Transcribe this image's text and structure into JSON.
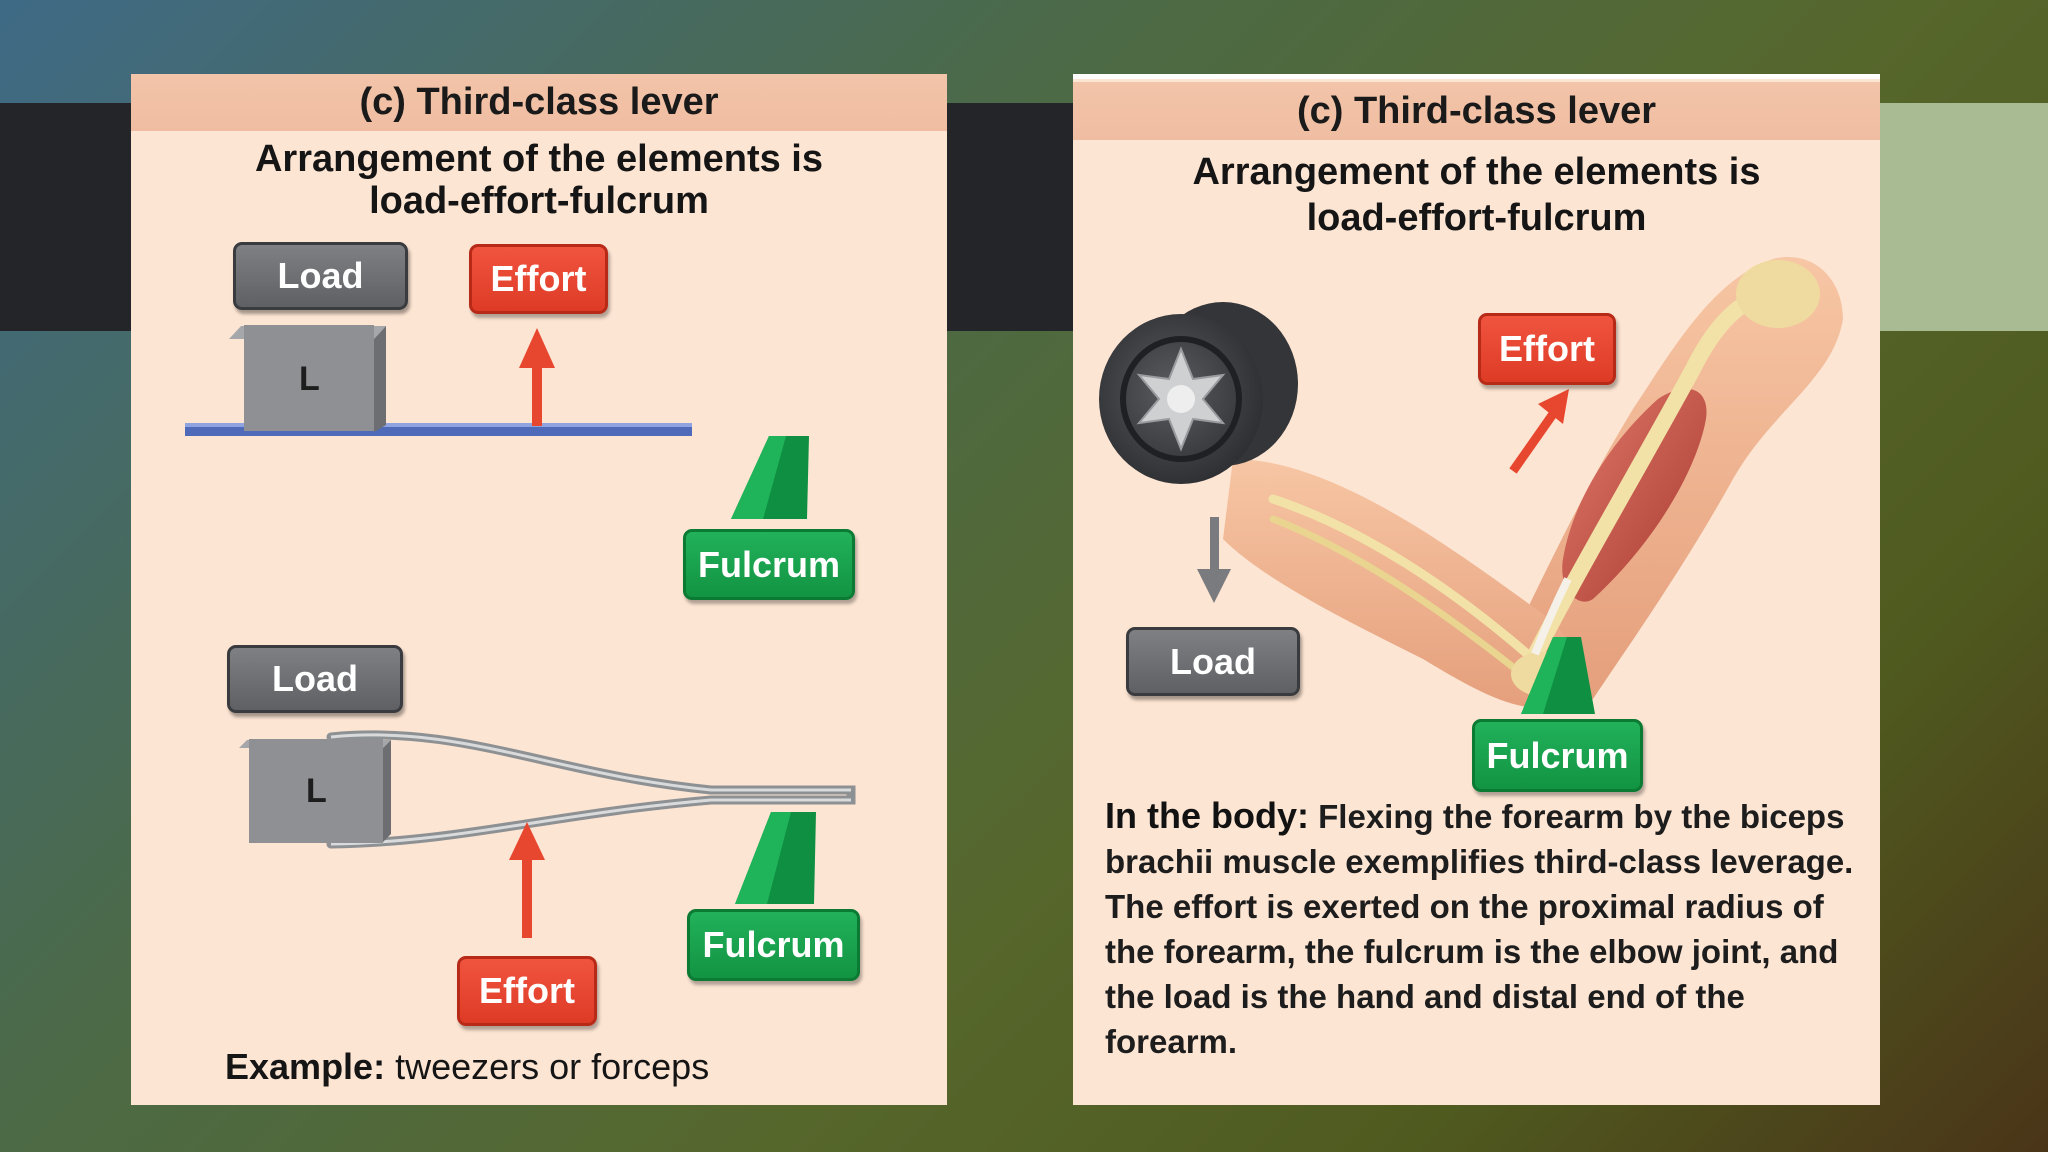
{
  "left_panel": {
    "header": "(c) Third-class lever",
    "arrangement_line1": "Arrangement of the elements is",
    "arrangement_line2": "load-effort-fulcrum",
    "top_figure": {
      "load_label": "Load",
      "box_letter": "L",
      "effort_label": "Effort",
      "fulcrum_label": "Fulcrum"
    },
    "bottom_figure": {
      "load_label": "Load",
      "box_letter": "L",
      "effort_label": "Effort",
      "fulcrum_label": "Fulcrum"
    },
    "example_lead": "Example:",
    "example_text": " tweezers or forceps"
  },
  "right_panel": {
    "header": "(c) Third-class lever",
    "arrangement_line1": "Arrangement of the elements is",
    "arrangement_line2": "load-effort-fulcrum",
    "effort_label": "Effort",
    "load_label": "Load",
    "fulcrum_label": "Fulcrum",
    "body_lead": "In the body:",
    "body_text": " Flexing the forearm by the biceps brachii muscle exemplifies third-class leverage. The effort is exerted on the proximal radius of the forearm, the fulcrum is the elbow joint, and the load is the hand and distal end of the forearm."
  },
  "colors": {
    "load": "#6b6c70",
    "effort": "#e8472f",
    "fulcrum": "#16a34a",
    "panel": "#fde5d3",
    "header": "#f1c1a6"
  }
}
